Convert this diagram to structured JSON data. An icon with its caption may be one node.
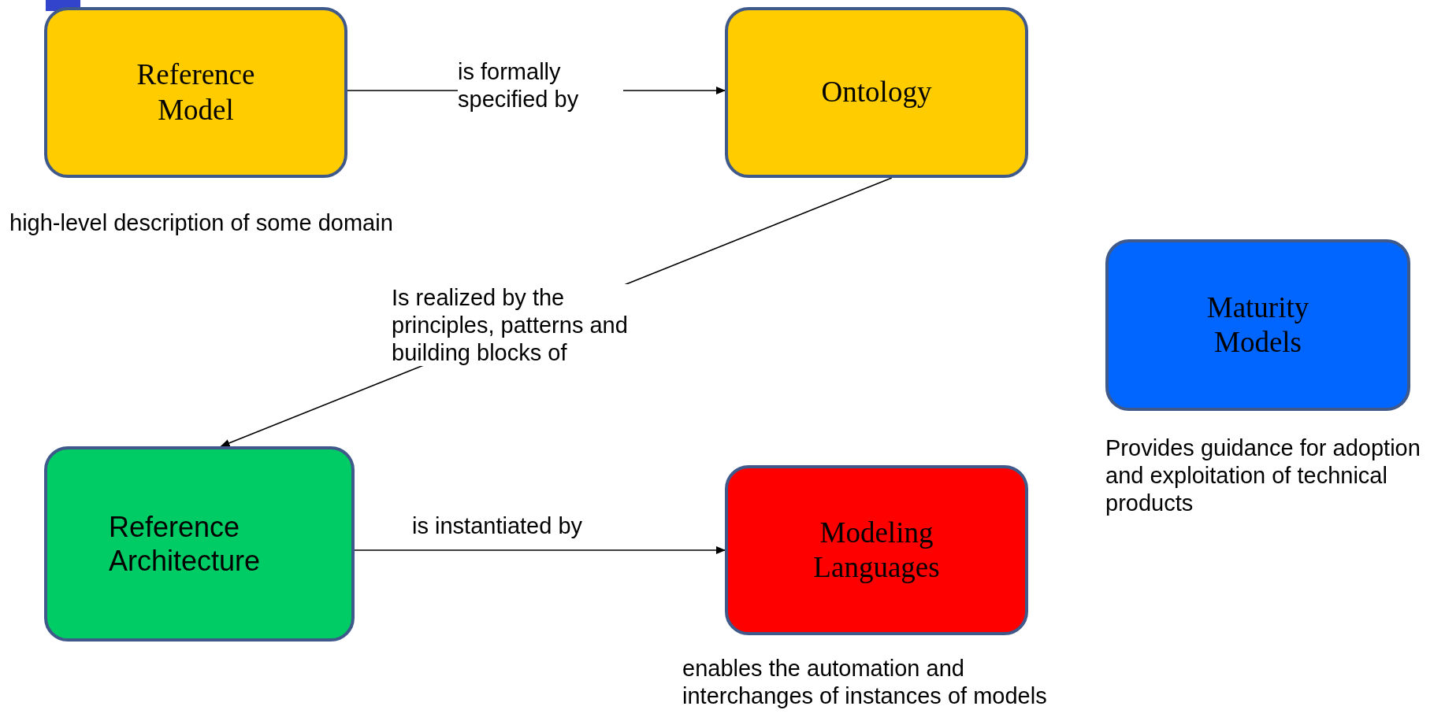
{
  "diagram": {
    "nodes": [
      {
        "text": [
          "Reference Model"
        ],
        "beside": [
          "high-level description of some domain"
        ]
      },
      {
        "text": [
          "Ontology"
        ]
      },
      {
        "text": [
          "Maturity Models"
        ],
        "beside": [
          "Provides guidance for adoption and exploitation of technical products"
        ]
      },
      {
        "text": [
          "Reference Architecture"
        ]
      },
      {
        "text": [
          "Modeling Languages"
        ],
        "beside": [
          "enables the automation and interchanges of instances of models"
        ]
      }
    ],
    "edges": [
      {
        "from": 0,
        "to": 1,
        "arrow": "to",
        "label": "is formally specified by"
      },
      {
        "from": 1,
        "to": 3,
        "arrow": "to",
        "label": "Is realized by the principles, patterns and building blocks of"
      },
      {
        "from": 3,
        "to": 4,
        "arrow": "to",
        "label": "is instantiated by"
      }
    ]
  }
}
